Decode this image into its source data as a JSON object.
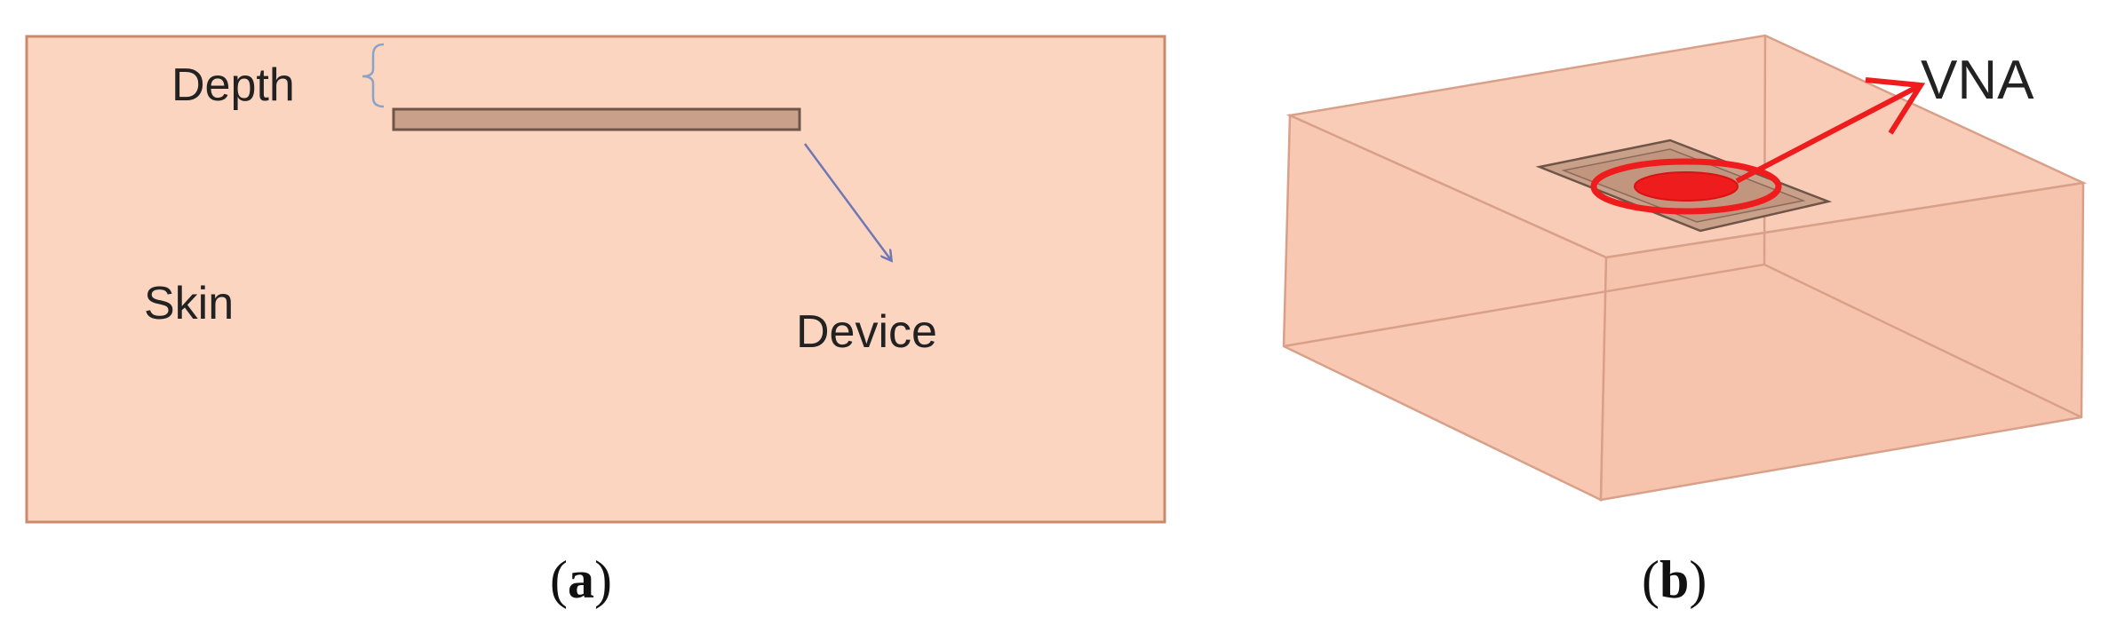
{
  "panel_a": {
    "depth_label": "Depth",
    "skin_label": "Skin",
    "device_label": "Device",
    "caption_open": "(",
    "caption_letter": "a",
    "caption_close": ")"
  },
  "panel_b": {
    "vna_label": "VNA",
    "caption_open": "(",
    "caption_letter": "b",
    "caption_close": ")"
  },
  "colors": {
    "skin_fill": "#fcd5c0",
    "skin_border": "#c98a6c",
    "device_fill": "#c9a18a",
    "device_border": "#6e5548",
    "arrow_blue": "#7077b5",
    "bracket_blue": "#8aa3c8",
    "vna_red": "#ee1c1c"
  }
}
